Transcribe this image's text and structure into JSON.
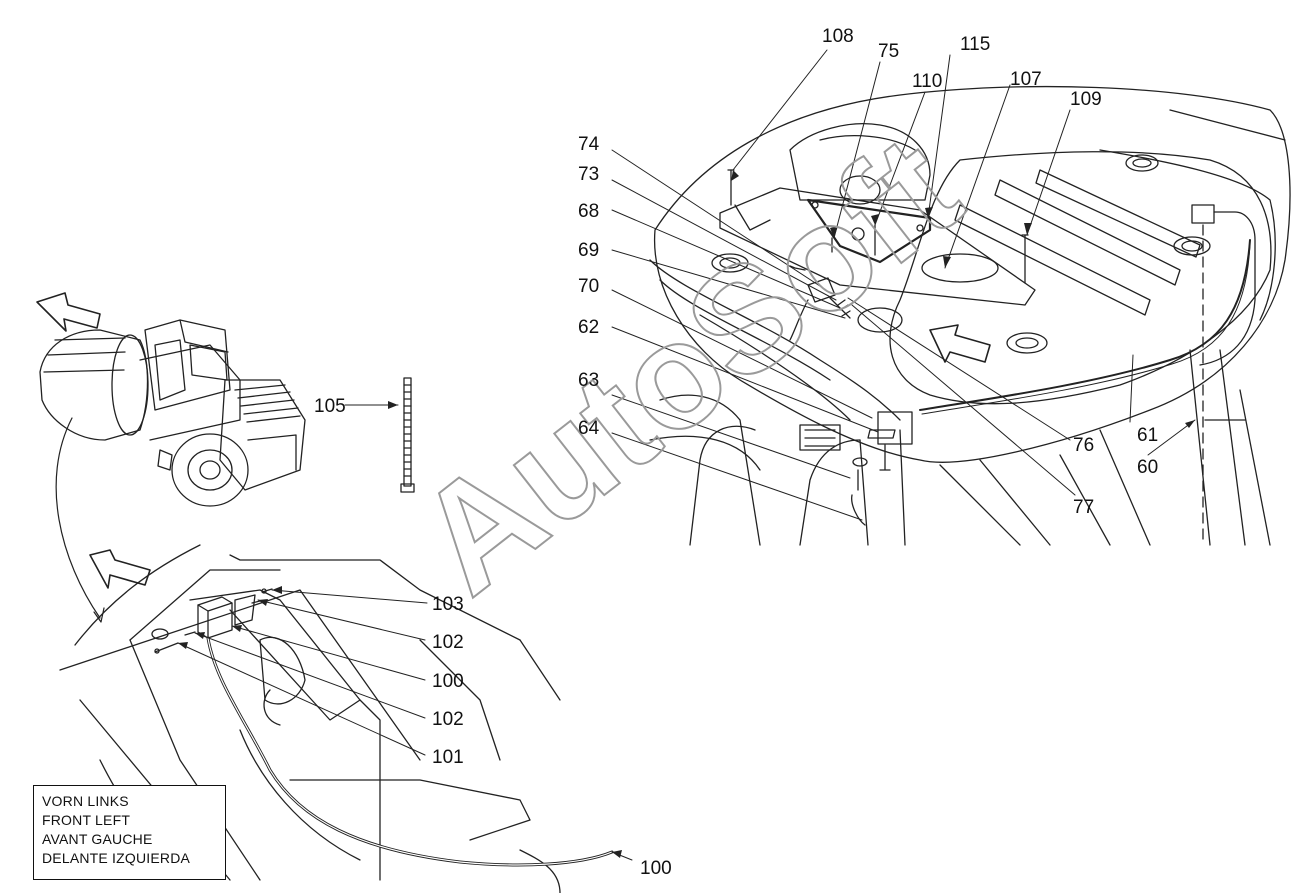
{
  "callouts": {
    "c108": "108",
    "c75": "75",
    "c115": "115",
    "c110": "110",
    "c107": "107",
    "c109": "109",
    "c74": "74",
    "c73": "73",
    "c68": "68",
    "c69": "69",
    "c70": "70",
    "c62": "62",
    "c63": "63",
    "c64": "64",
    "c76": "76",
    "c77": "77",
    "c61": "61",
    "c60": "60",
    "c105": "105",
    "c103": "103",
    "c102a": "102",
    "c100a": "100",
    "c102b": "102",
    "c101": "101",
    "c100b": "100"
  },
  "legend": {
    "line1": "VORN LINKS",
    "line2": "FRONT LEFT",
    "line3": "AVANT GAUCHE",
    "line4": "DELANTE IZQUIERDA"
  },
  "watermark": "AutoSoft",
  "colors": {
    "line": "#111111",
    "watermark": "#9a9a9a"
  }
}
